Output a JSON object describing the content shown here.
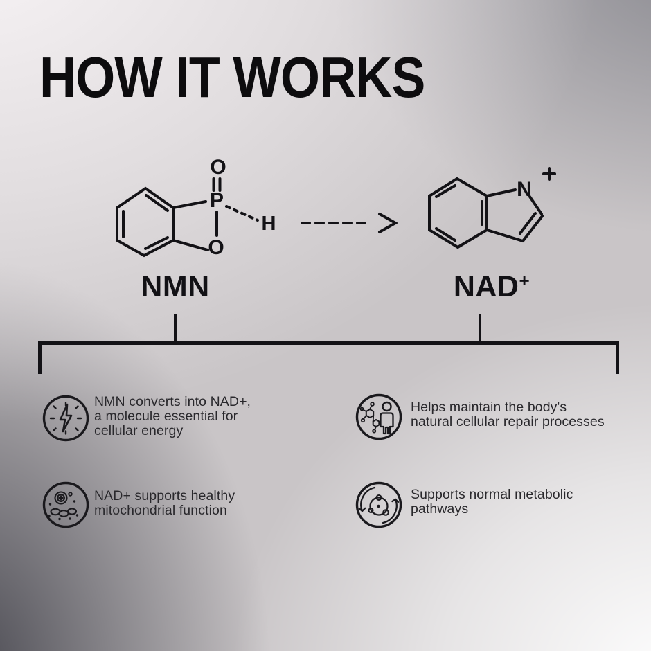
{
  "title": "HOW IT WORKS",
  "molecules": {
    "nmn": {
      "label": "NMN",
      "atom_top": "O",
      "atom_center": "P",
      "atom_bottom": "O",
      "atom_side": "H",
      "structure": "benzofused cyclic phosphonate sketch with P=O double bond and dashed bond to H"
    },
    "nad": {
      "label": "NAD",
      "charge": "+",
      "atom": "N",
      "structure": "indole-like fused bicyclic sketch with positively charged N"
    },
    "conversion_arrow": "dashed-right-arrow-icon"
  },
  "items": [
    {
      "icon": "energy-spark-icon",
      "lines": [
        "NMN converts into NAD+,",
        "a molecule essential for",
        "cellular energy"
      ]
    },
    {
      "icon": "cellular-repair-person-icon",
      "lines": [
        "Helps maintain the body's",
        "natural cellular repair processes"
      ]
    },
    {
      "icon": "mitochondria-icon",
      "lines": [
        "NAD+ supports healthy",
        "mitochondrial function"
      ]
    },
    {
      "icon": "metabolic-cycle-icon",
      "lines": [
        "Supports normal metabolic",
        "pathways"
      ]
    }
  ],
  "colors": {
    "ink": "#131216",
    "body_text": "#29282c",
    "background_light": "#f4f1f2",
    "background_gray": "#97979b",
    "background_dark": "#5e5e64"
  }
}
